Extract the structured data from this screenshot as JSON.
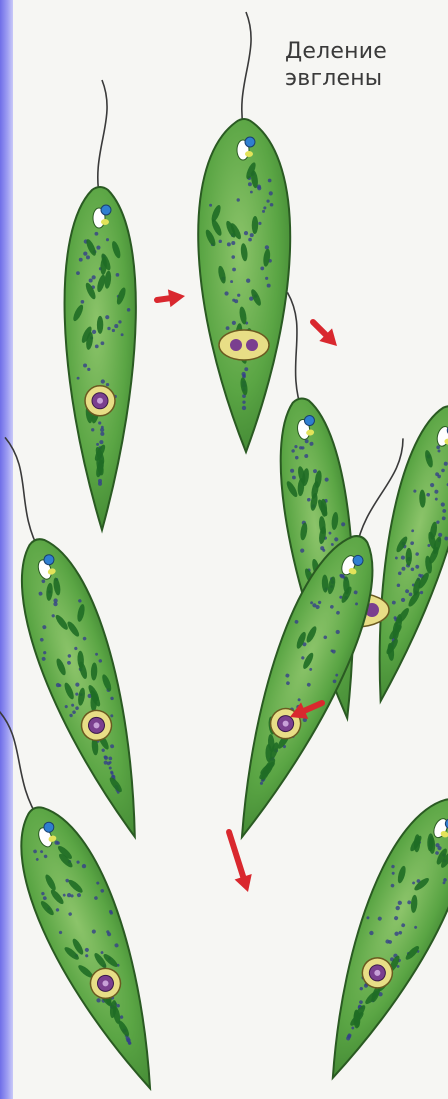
{
  "title": {
    "line1": "Деление",
    "line2": "эвглены"
  },
  "colors": {
    "cell_fill": "#4f9a3c",
    "cell_outline": "#2a5a22",
    "chloroplast": "#1f6d25",
    "eyespot": "#2f7fd0",
    "vacuole": "#ffffff",
    "nucleus_ring": "#e8de86",
    "nucleus": "#7a3f8f",
    "granules": "#34408a",
    "arrow": "#d9282e",
    "side_bar": "#8f8ef0"
  },
  "stages": [
    {
      "id": "stage-1",
      "description_icon": "single-euglena"
    },
    {
      "id": "stage-2",
      "description_icon": "nucleus-dividing"
    },
    {
      "id": "stage-3",
      "description_icon": "splitting-from-anterior"
    },
    {
      "id": "stage-4",
      "description_icon": "v-shaped-division"
    },
    {
      "id": "stage-5",
      "description_icon": "two-daughter-cells"
    }
  ]
}
